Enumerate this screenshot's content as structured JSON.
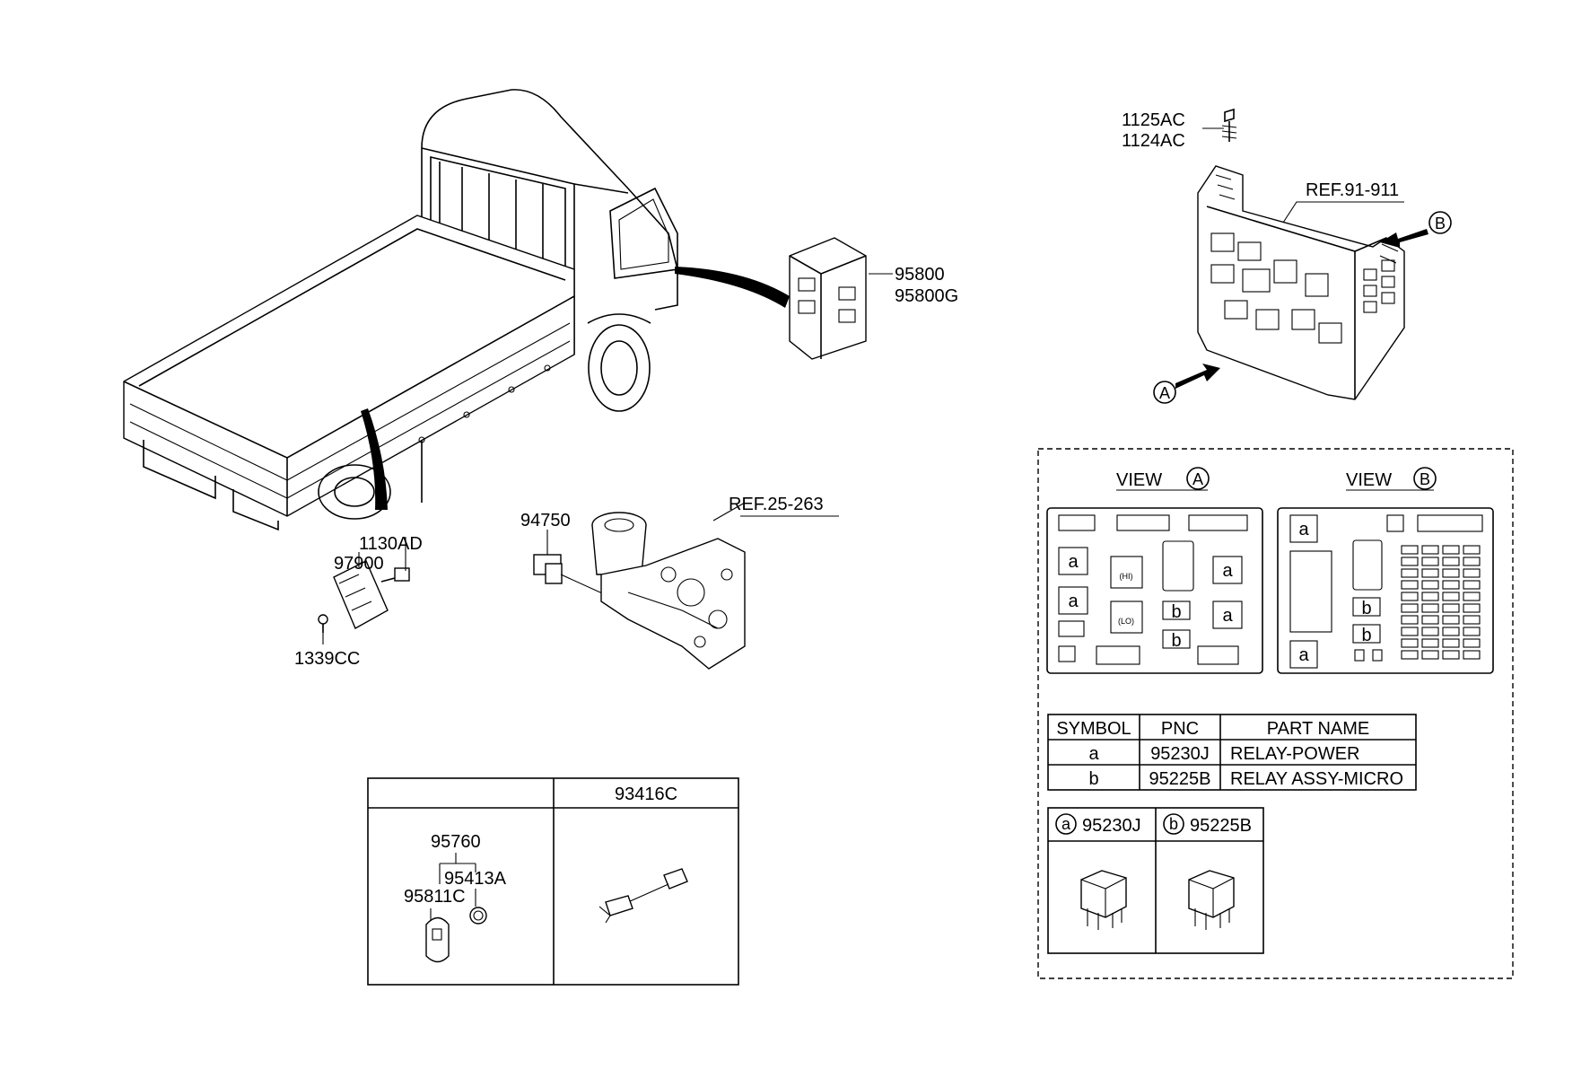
{
  "labels": {
    "p95800": "95800",
    "p95800g": "95800G",
    "p1130ad": "1130AD",
    "p97900": "97900",
    "p1339cc": "1339CC",
    "p94750": "94750",
    "ref25": "REF.25-263",
    "p1125ac": "1125AC",
    "p1124ac": "1124AC",
    "ref91": "REF.91-911",
    "arrowA": "A",
    "arrowB": "B"
  },
  "view_a": {
    "title": "VIEW",
    "circle": "A",
    "cell_a": "a",
    "cell_b": "b",
    "hi": "(HI)",
    "lo": "(LO)"
  },
  "view_b": {
    "title": "VIEW",
    "circle": "B",
    "cell_a": "a",
    "cell_b": "b"
  },
  "parts_table": {
    "headers": [
      "SYMBOL",
      "PNC",
      "PART NAME"
    ],
    "rows": [
      [
        "a",
        "95230J",
        "RELAY-POWER"
      ],
      [
        "b",
        "95225B",
        "RELAY ASSY-MICRO"
      ]
    ]
  },
  "relay_boxes": [
    {
      "symbol": "a",
      "pnc": "95230J"
    },
    {
      "symbol": "b",
      "pnc": "95225B"
    }
  ],
  "bottom_table": {
    "left_header": "",
    "right_header": "93416C",
    "p95760": "95760",
    "p95413a": "95413A",
    "p95811c": "95811C"
  }
}
